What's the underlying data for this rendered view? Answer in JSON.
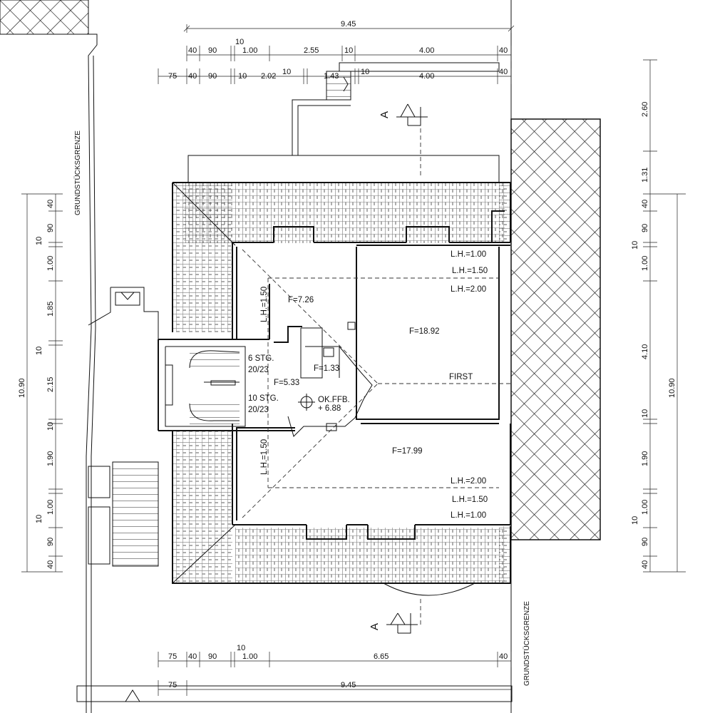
{
  "dimensions": {
    "top_total": "9.45",
    "top_row1": [
      "40",
      "90",
      "10",
      "1.00",
      "2.55",
      "10",
      "4.00",
      "40"
    ],
    "top_row2": [
      "75",
      "40",
      "90",
      "10",
      "2.02",
      "10",
      "1.43",
      "10",
      "4.00",
      "40"
    ],
    "bottom_row1": [
      "75",
      "40",
      "90",
      "10",
      "1.00",
      "6.65",
      "40"
    ],
    "bottom_total_left": "75",
    "bottom_total": "9.45",
    "left_chain": [
      "40",
      "90",
      "10",
      "1.00",
      "1.85",
      "10",
      "2.15",
      "10",
      "1.90",
      "10",
      "1.00",
      "90",
      "40"
    ],
    "left_total": "10.90",
    "right_chain": [
      "2.60",
      "1.31",
      "40",
      "90",
      "10",
      "1.00",
      "4.10",
      "10",
      "1.90",
      "10",
      "1.00",
      "90",
      "40"
    ],
    "right_total": "10.90"
  },
  "labels": {
    "property_line_left": "GRUNDSTÜCKSGRENZE",
    "property_line_right": "GRUNDSTÜCKSGRENZE",
    "section_top": "A",
    "section_bottom": "A"
  },
  "rooms": {
    "room_nw_area": "F=7.26",
    "room_nw_lh": "L.H.=1.50",
    "room_ne_area": "F=18.92",
    "room_ne_lh1": "L.H.=1.00",
    "room_ne_lh2": "L.H.=1.50",
    "room_ne_lh3": "L.H.=2.00",
    "ridge_label": "FIRST",
    "bath_area": "F=1.33",
    "hall_area": "F=5.33",
    "level_label": "OK.FFB.",
    "level_value": "+ 6.88",
    "stairs_upper": "6 STG.",
    "stairs_upper_ratio": "20/23",
    "stairs_lower": "10 STG.",
    "stairs_lower_ratio": "20/23",
    "room_se_area": "F=17.99",
    "room_se_lh1": "L.H.=2.00",
    "room_se_lh2": "L.H.=1.50",
    "room_se_lh3": "L.H.=1.00",
    "room_sw_lh": "L.H.=1.50"
  }
}
